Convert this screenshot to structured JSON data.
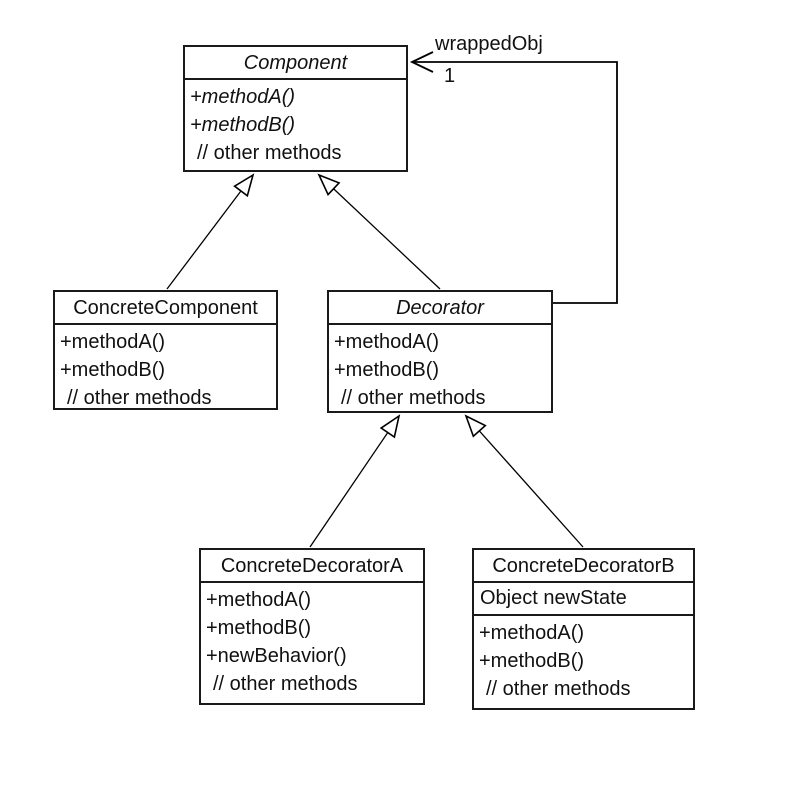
{
  "diagram": {
    "association": {
      "label": "wrappedObj",
      "multiplicity": "1"
    }
  },
  "classes": {
    "component": {
      "name": "Component",
      "methods": [
        "+methodA()",
        "+methodB()",
        "// other methods"
      ]
    },
    "concreteComponent": {
      "name": "ConcreteComponent",
      "methods": [
        "+methodA()",
        "+methodB()",
        "// other methods"
      ]
    },
    "decorator": {
      "name": "Decorator",
      "methods": [
        "+methodA()",
        "+methodB()",
        "// other methods"
      ]
    },
    "concreteDecoratorA": {
      "name": "ConcreteDecoratorA",
      "methods": [
        "+methodA()",
        "+methodB()",
        "+newBehavior()",
        "// other methods"
      ]
    },
    "concreteDecoratorB": {
      "name": "ConcreteDecoratorB",
      "attributes": [
        "Object newState"
      ],
      "methods": [
        "+methodA()",
        "+methodB()",
        "// other methods"
      ]
    }
  },
  "colors": {
    "line": "#000000",
    "background": "#ffffff",
    "box_fill": "#ffffff"
  }
}
